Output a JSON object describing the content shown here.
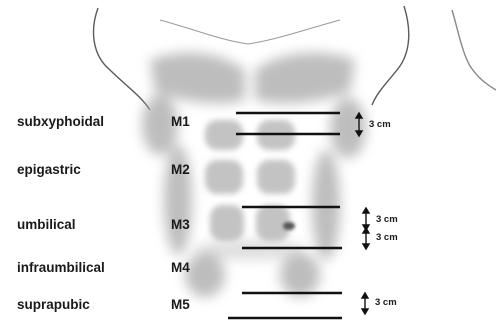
{
  "regions": [
    {
      "label": "subxyphoidal",
      "code": "M1"
    },
    {
      "label": "epigastric",
      "code": "M2"
    },
    {
      "label": "umbilical",
      "code": "M3"
    },
    {
      "label": "infraumbilical",
      "code": "M4"
    },
    {
      "label": "suprapubic",
      "code": "M5"
    }
  ],
  "dimensions": [
    "3 cm",
    "3 cm",
    "3 cm",
    "3 cm"
  ],
  "colors": {
    "ink": "#111111",
    "shade": "#9a9a9a",
    "background": "#ffffff"
  }
}
